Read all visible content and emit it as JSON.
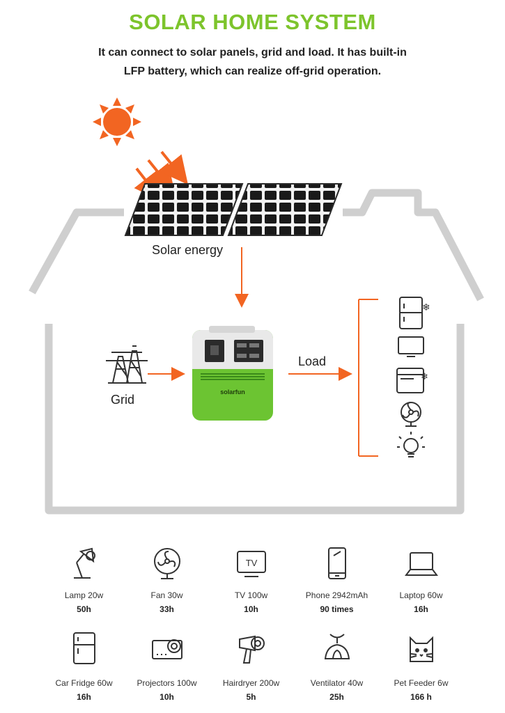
{
  "header": {
    "title": "SOLAR HOME SYSTEM",
    "subtitle_line1": "It can connect to solar panels, grid and load. It has built-in",
    "subtitle_line2": "LFP battery, which can realize off-grid operation."
  },
  "diagram": {
    "solar_label": "Solar energy",
    "grid_label": "Grid",
    "load_label": "Load",
    "brand_label": "solarfun",
    "colors": {
      "accent_green": "#7dc42c",
      "arrow_orange": "#f26522",
      "sun_orange": "#f26522",
      "house_gray": "#cfcfcf"
    },
    "load_icons": [
      "fridge-icon",
      "tv-icon",
      "oven-icon",
      "fan-icon",
      "bulb-icon"
    ]
  },
  "appliances": [
    {
      "icon": "lamp-icon",
      "name": "Lamp  20w",
      "runtime": "50h"
    },
    {
      "icon": "fan-icon",
      "name": "Fan  30w",
      "runtime": "33h"
    },
    {
      "icon": "tv-icon",
      "name": "TV  100w",
      "runtime": "10h"
    },
    {
      "icon": "phone-icon",
      "name": "Phone  2942mAh",
      "runtime": "90 times"
    },
    {
      "icon": "laptop-icon",
      "name": "Laptop  60w",
      "runtime": "16h"
    },
    {
      "icon": "car-fridge-icon",
      "name": "Car Fridge  60w",
      "runtime": "16h"
    },
    {
      "icon": "projector-icon",
      "name": "Projectors  100w",
      "runtime": "10h"
    },
    {
      "icon": "hairdryer-icon",
      "name": "Hairdryer  200w",
      "runtime": "5h"
    },
    {
      "icon": "ventilator-icon",
      "name": "Ventilator  40w",
      "runtime": "25h"
    },
    {
      "icon": "pet-feeder-icon",
      "name": "Pet Feeder  6w",
      "runtime": "166 h"
    }
  ]
}
